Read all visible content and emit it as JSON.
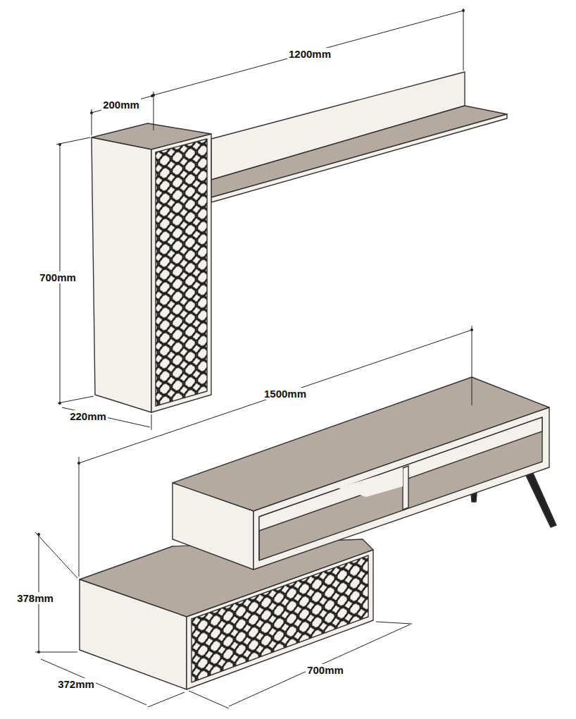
{
  "diagram": {
    "labels": [
      "1200mm",
      "200mm",
      "700mm",
      "220mm",
      "1500mm",
      "378mm",
      "372mm",
      "700mm"
    ]
  }
}
